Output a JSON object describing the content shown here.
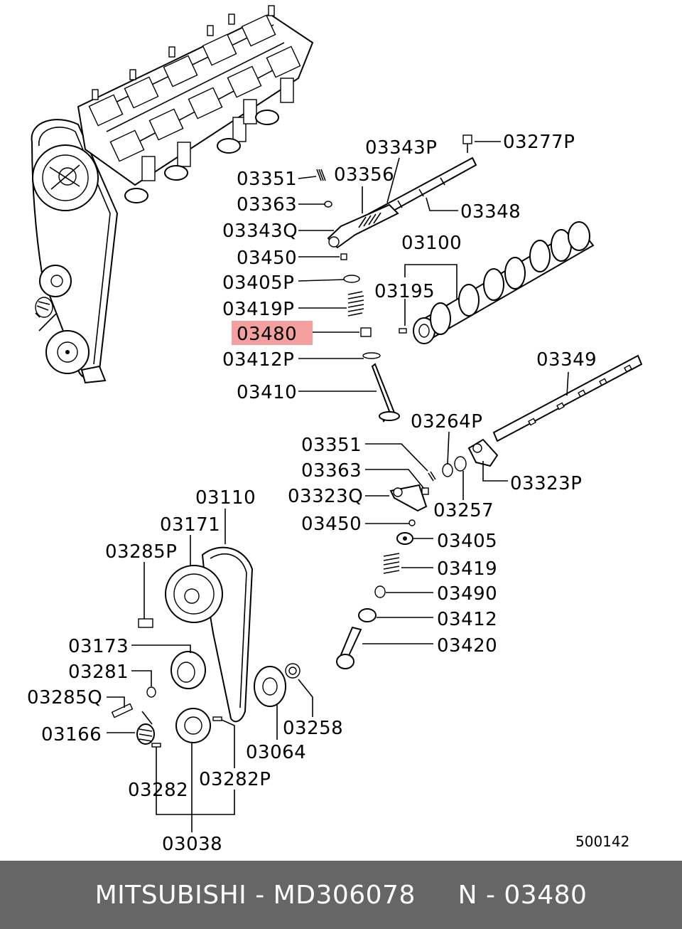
{
  "diagram_id": "500142",
  "highlight_color": "#f4a0a0",
  "footer": {
    "brand": "MITSUBISHI",
    "part_number": "MD306078",
    "ref": "N - 03480",
    "text": "MITSUBISHI - MD306078     N - 03480"
  },
  "labels": {
    "p03277P": "03277P",
    "p03343P": "03343P",
    "p03351_top": "03351",
    "p03356": "03356",
    "p03363_top": "03363",
    "p03348": "03348",
    "p03343Q": "03343Q",
    "p03100": "03100",
    "p03450_top": "03450",
    "p03405P": "03405P",
    "p03195": "03195",
    "p03419P": "03419P",
    "p03480": "03480",
    "p03412P": "03412P",
    "p03349": "03349",
    "p03410": "03410",
    "p03264P": "03264P",
    "p03351_bot": "03351",
    "p03363_bot": "03363",
    "p03323P": "03323P",
    "p03323Q": "03323Q",
    "p03257": "03257",
    "p03450_bot": "03450",
    "p03405": "03405",
    "p03110": "03110",
    "p03171": "03171",
    "p03285P": "03285P",
    "p03419": "03419",
    "p03490": "03490",
    "p03412": "03412",
    "p03420": "03420",
    "p03173": "03173",
    "p03281": "03281",
    "p03285Q": "03285Q",
    "p03258": "03258",
    "p03166": "03166",
    "p03064": "03064",
    "p03282P": "03282P",
    "p03282": "03282",
    "p03038": "03038"
  }
}
